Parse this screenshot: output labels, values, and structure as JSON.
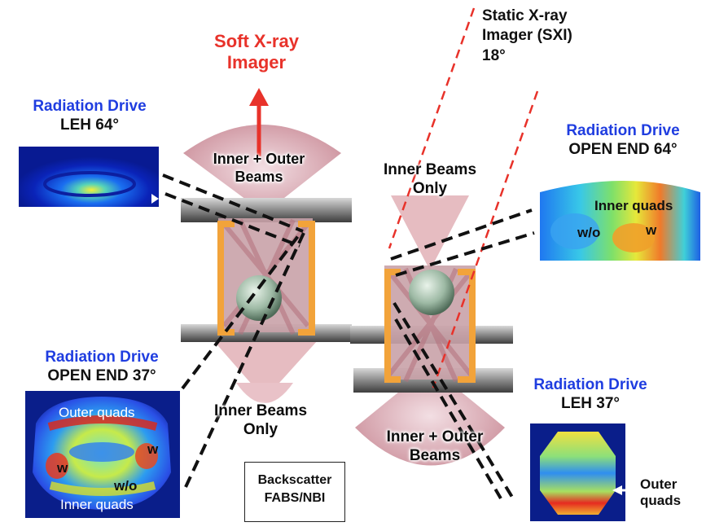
{
  "top_imager": {
    "line1": "Soft X-ray",
    "line2": "Imager"
  },
  "static_imager": {
    "line1": "Static X-ray",
    "line2": "Imager (SXI)",
    "line3": "18°"
  },
  "left_hohlraum": {
    "top_beams": {
      "line1": "Inner + Outer",
      "line2": "Beams"
    },
    "bottom_beams": {
      "line1": "Inner Beams",
      "line2": "Only"
    }
  },
  "right_hohlraum": {
    "top_beams": {
      "line1": "Inner Beams",
      "line2": "Only"
    },
    "bottom_beams": {
      "line1": "Inner + Outer",
      "line2": "Beams"
    }
  },
  "panel_leh64": {
    "title": "Radiation Drive",
    "subtitle": "LEH 64°"
  },
  "panel_open64": {
    "title": "Radiation Drive",
    "subtitle": "OPEN END 64°",
    "map_label": "Inner quads",
    "w_o": "w/o",
    "w": "w"
  },
  "panel_open37": {
    "title": "Radiation Drive",
    "subtitle": "OPEN END 37°",
    "top_label": "Outer quads",
    "bottom_label": "Inner quads",
    "w_left": "w",
    "w_right": "w",
    "w_o": "w/o"
  },
  "panel_leh37": {
    "title": "Radiation Drive",
    "subtitle": "LEH 37°",
    "arrow_line1": "Outer",
    "arrow_line2": "quads"
  },
  "backscatter": {
    "line1": "Backscatter",
    "line2": "FABS/NBI"
  },
  "colors": {
    "title_blue": "#1f3de0",
    "imager_red": "#e8322a",
    "hohlraum_orange": "#f2a33a",
    "beam_pink": "#d9868f"
  }
}
